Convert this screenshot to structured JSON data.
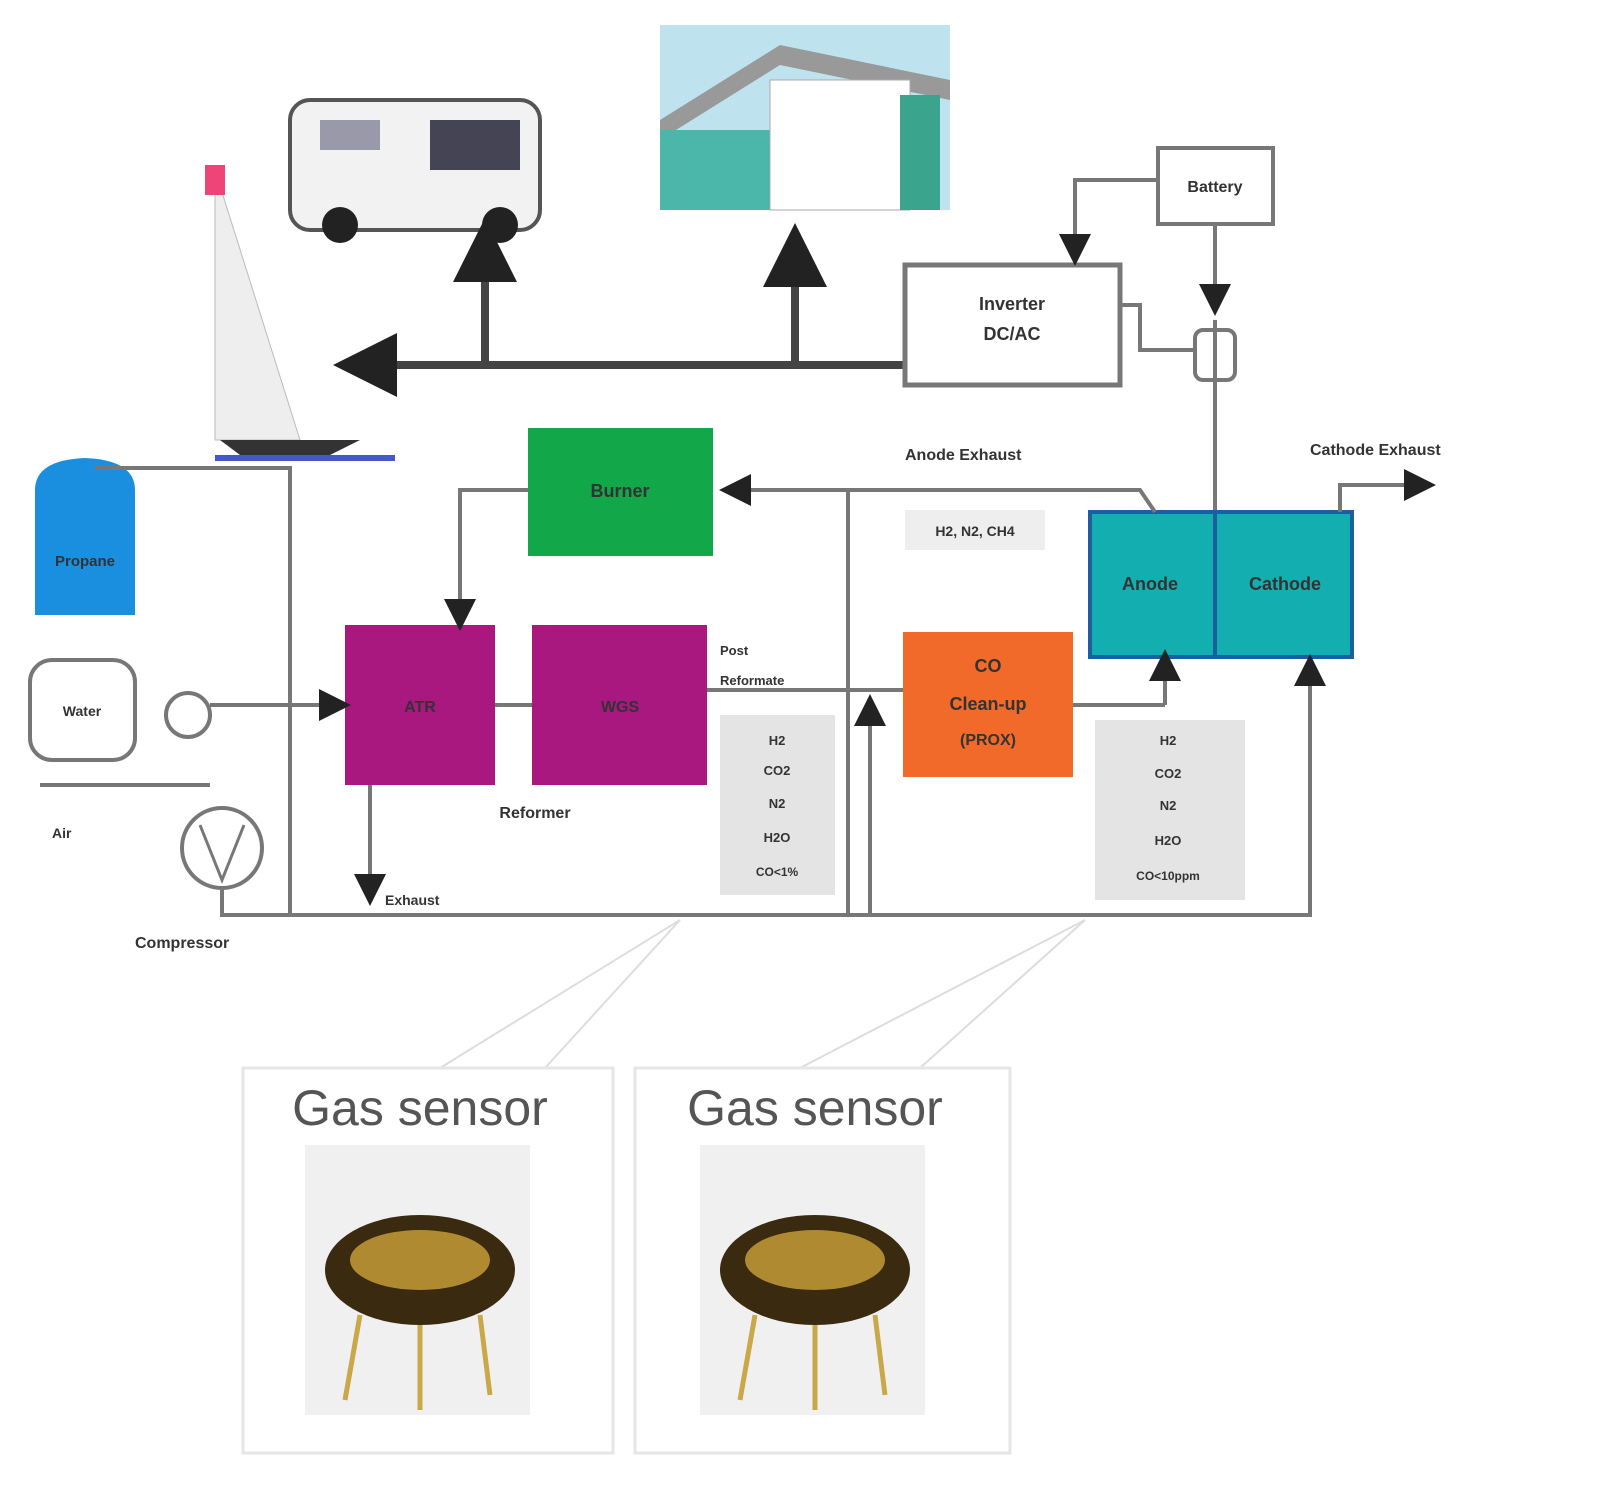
{
  "blocks": {
    "battery": "Battery",
    "inverter_line1": "Inverter",
    "inverter_line2": "DC/AC",
    "burner": "Burner",
    "propane": "Propane",
    "water": "Water",
    "atr": "ATR",
    "wgs": "WGS",
    "reformer": "Reformer",
    "co_line1": "CO",
    "co_line2": "Clean-up",
    "co_line3": "(PROX)",
    "anode": "Anode",
    "cathode": "Cathode"
  },
  "labels": {
    "anode_exhaust": "Anode Exhaust",
    "cathode_exhaust": "Cathode Exhaust",
    "anode_exhaust_gases": "H2, N2, CH4",
    "post_reformate_1": "Post",
    "post_reformate_2": "Reformate",
    "air": "Air",
    "compressor": "Compressor",
    "exhaust": "Exhaust"
  },
  "gas_lists": {
    "reformate": [
      "H2",
      "CO2",
      "N2",
      "H2O",
      "CO<1%"
    ],
    "cleaned": [
      "H2",
      "CO2",
      "N2",
      "H2O",
      "CO<10ppm"
    ]
  },
  "sensors": [
    {
      "title": "Gas sensor"
    },
    {
      "title": "Gas sensor"
    }
  ],
  "colors": {
    "burner": "#12a84a",
    "propane": "#1a8fe0",
    "reformer": "#a8187f",
    "co_cleanup": "#f26a2a",
    "fuel_cell": "#13aeb0",
    "line": "#666666"
  }
}
